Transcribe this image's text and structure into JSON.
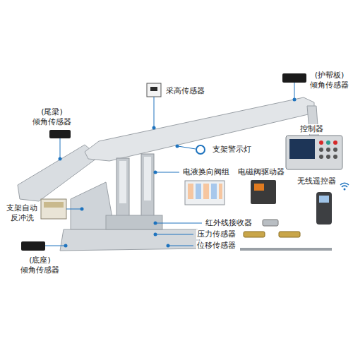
{
  "diagram": {
    "labels": [
      "采高传感器",
      "(护帮板) 倾角传感器",
      "(尾梁) 倾角传感器",
      "控制器",
      "支架警示灯",
      "电液换向阀组",
      "电磁阀驱动器",
      "无线遥控器",
      "支架自动 反冲洗",
      "红外线接收器",
      "压力传感器",
      "位移传感器",
      "(底座) 倾角传感器"
    ]
  }
}
